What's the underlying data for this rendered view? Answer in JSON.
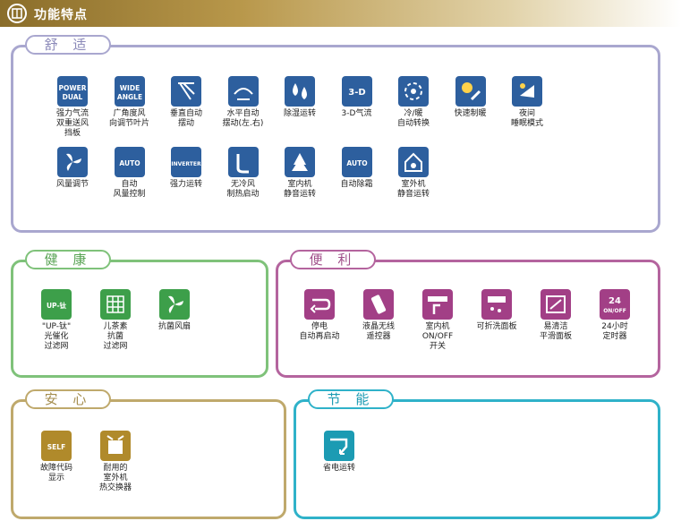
{
  "header": {
    "title": "功能特点"
  },
  "colors": {
    "comfort": "#a9a7cf",
    "health": "#7fc27a",
    "convenience": "#b4649e",
    "safety": "#bfa96c",
    "energy": "#2fb2c9",
    "icon_blue": "#2d5f9e"
  },
  "sections": {
    "comfort": {
      "title": "舒 适",
      "items": [
        {
          "label": "强力气流\n双重送风\n挡板",
          "badge": "POWER\nDUAL",
          "icon": "power-dual-icon"
        },
        {
          "label": "广角度风\n向调节叶片",
          "badge": "WIDE\nANGLE",
          "icon": "wide-angle-icon"
        },
        {
          "label": "垂直自动\n摆动",
          "badge": "",
          "icon": "vertical-swing-icon"
        },
        {
          "label": "水平自动\n摆动(左.右)",
          "badge": "",
          "icon": "horizontal-swing-icon"
        },
        {
          "label": "除湿运转",
          "badge": "",
          "icon": "dehumidify-icon"
        },
        {
          "label": "3-D气流",
          "badge": "3-D",
          "icon": "airflow-3d-icon"
        },
        {
          "label": "冷/暖\n自动转换",
          "badge": "",
          "icon": "cool-heat-switch-icon"
        },
        {
          "label": "快速制暖",
          "badge": "",
          "icon": "fast-heating-icon"
        },
        {
          "label": "夜间\n睡眠模式",
          "badge": "",
          "icon": "night-sleep-icon"
        },
        {
          "label": "风量调节",
          "badge": "",
          "icon": "fan-speed-icon"
        },
        {
          "label": "自动\n风量控制",
          "badge": "AUTO",
          "icon": "auto-fan-icon"
        },
        {
          "label": "强力运转",
          "badge": "INVERTER",
          "icon": "powerful-mode-icon"
        },
        {
          "label": "无冷风\n制热启动",
          "badge": "",
          "icon": "hot-start-icon"
        },
        {
          "label": "室内机\n静音运转",
          "badge": "",
          "icon": "indoor-quiet-icon"
        },
        {
          "label": "自动除霜",
          "badge": "AUTO",
          "icon": "auto-defrost-icon"
        },
        {
          "label": "室外机\n静音运转",
          "badge": "",
          "icon": "outdoor-quiet-icon"
        }
      ]
    },
    "health": {
      "title": "健 康",
      "items": [
        {
          "label": "\"UP-钛\"\n光催化\n过滤网",
          "badge": "UP-钛",
          "icon": "photocatalytic-filter-icon"
        },
        {
          "label": "儿茶素\n抗菌\n过滤网",
          "badge": "",
          "icon": "catechin-filter-icon"
        },
        {
          "label": "抗菌风扇",
          "badge": "",
          "icon": "antibacterial-fan-icon"
        }
      ]
    },
    "convenience": {
      "title": "便 利",
      "items": [
        {
          "label": "停电\n自动再启动",
          "badge": "",
          "icon": "auto-restart-icon"
        },
        {
          "label": "液晶无线\n遥控器",
          "badge": "",
          "icon": "remote-control-icon"
        },
        {
          "label": "室内机\nON/OFF\n开关",
          "badge": "",
          "icon": "onoff-switch-icon"
        },
        {
          "label": "可折洗面板",
          "badge": "",
          "icon": "washable-panel-icon"
        },
        {
          "label": "易清洁\n平滑面板",
          "badge": "",
          "icon": "easy-clean-panel-icon"
        },
        {
          "label": "24小时\n定时器",
          "badge": "24\nON/OFF",
          "icon": "timer-24h-icon"
        }
      ]
    },
    "safety": {
      "title": "安 心",
      "items": [
        {
          "label": "故障代码\n显示",
          "badge": "SELF",
          "icon": "self-diagnosis-icon"
        },
        {
          "label": "耐用的\n室外机\n热交换器",
          "badge": "",
          "icon": "durable-heat-exchanger-icon"
        }
      ]
    },
    "energy": {
      "title": "节 能",
      "items": [
        {
          "label": "省电运转",
          "badge": "",
          "icon": "power-saving-icon"
        }
      ]
    }
  }
}
